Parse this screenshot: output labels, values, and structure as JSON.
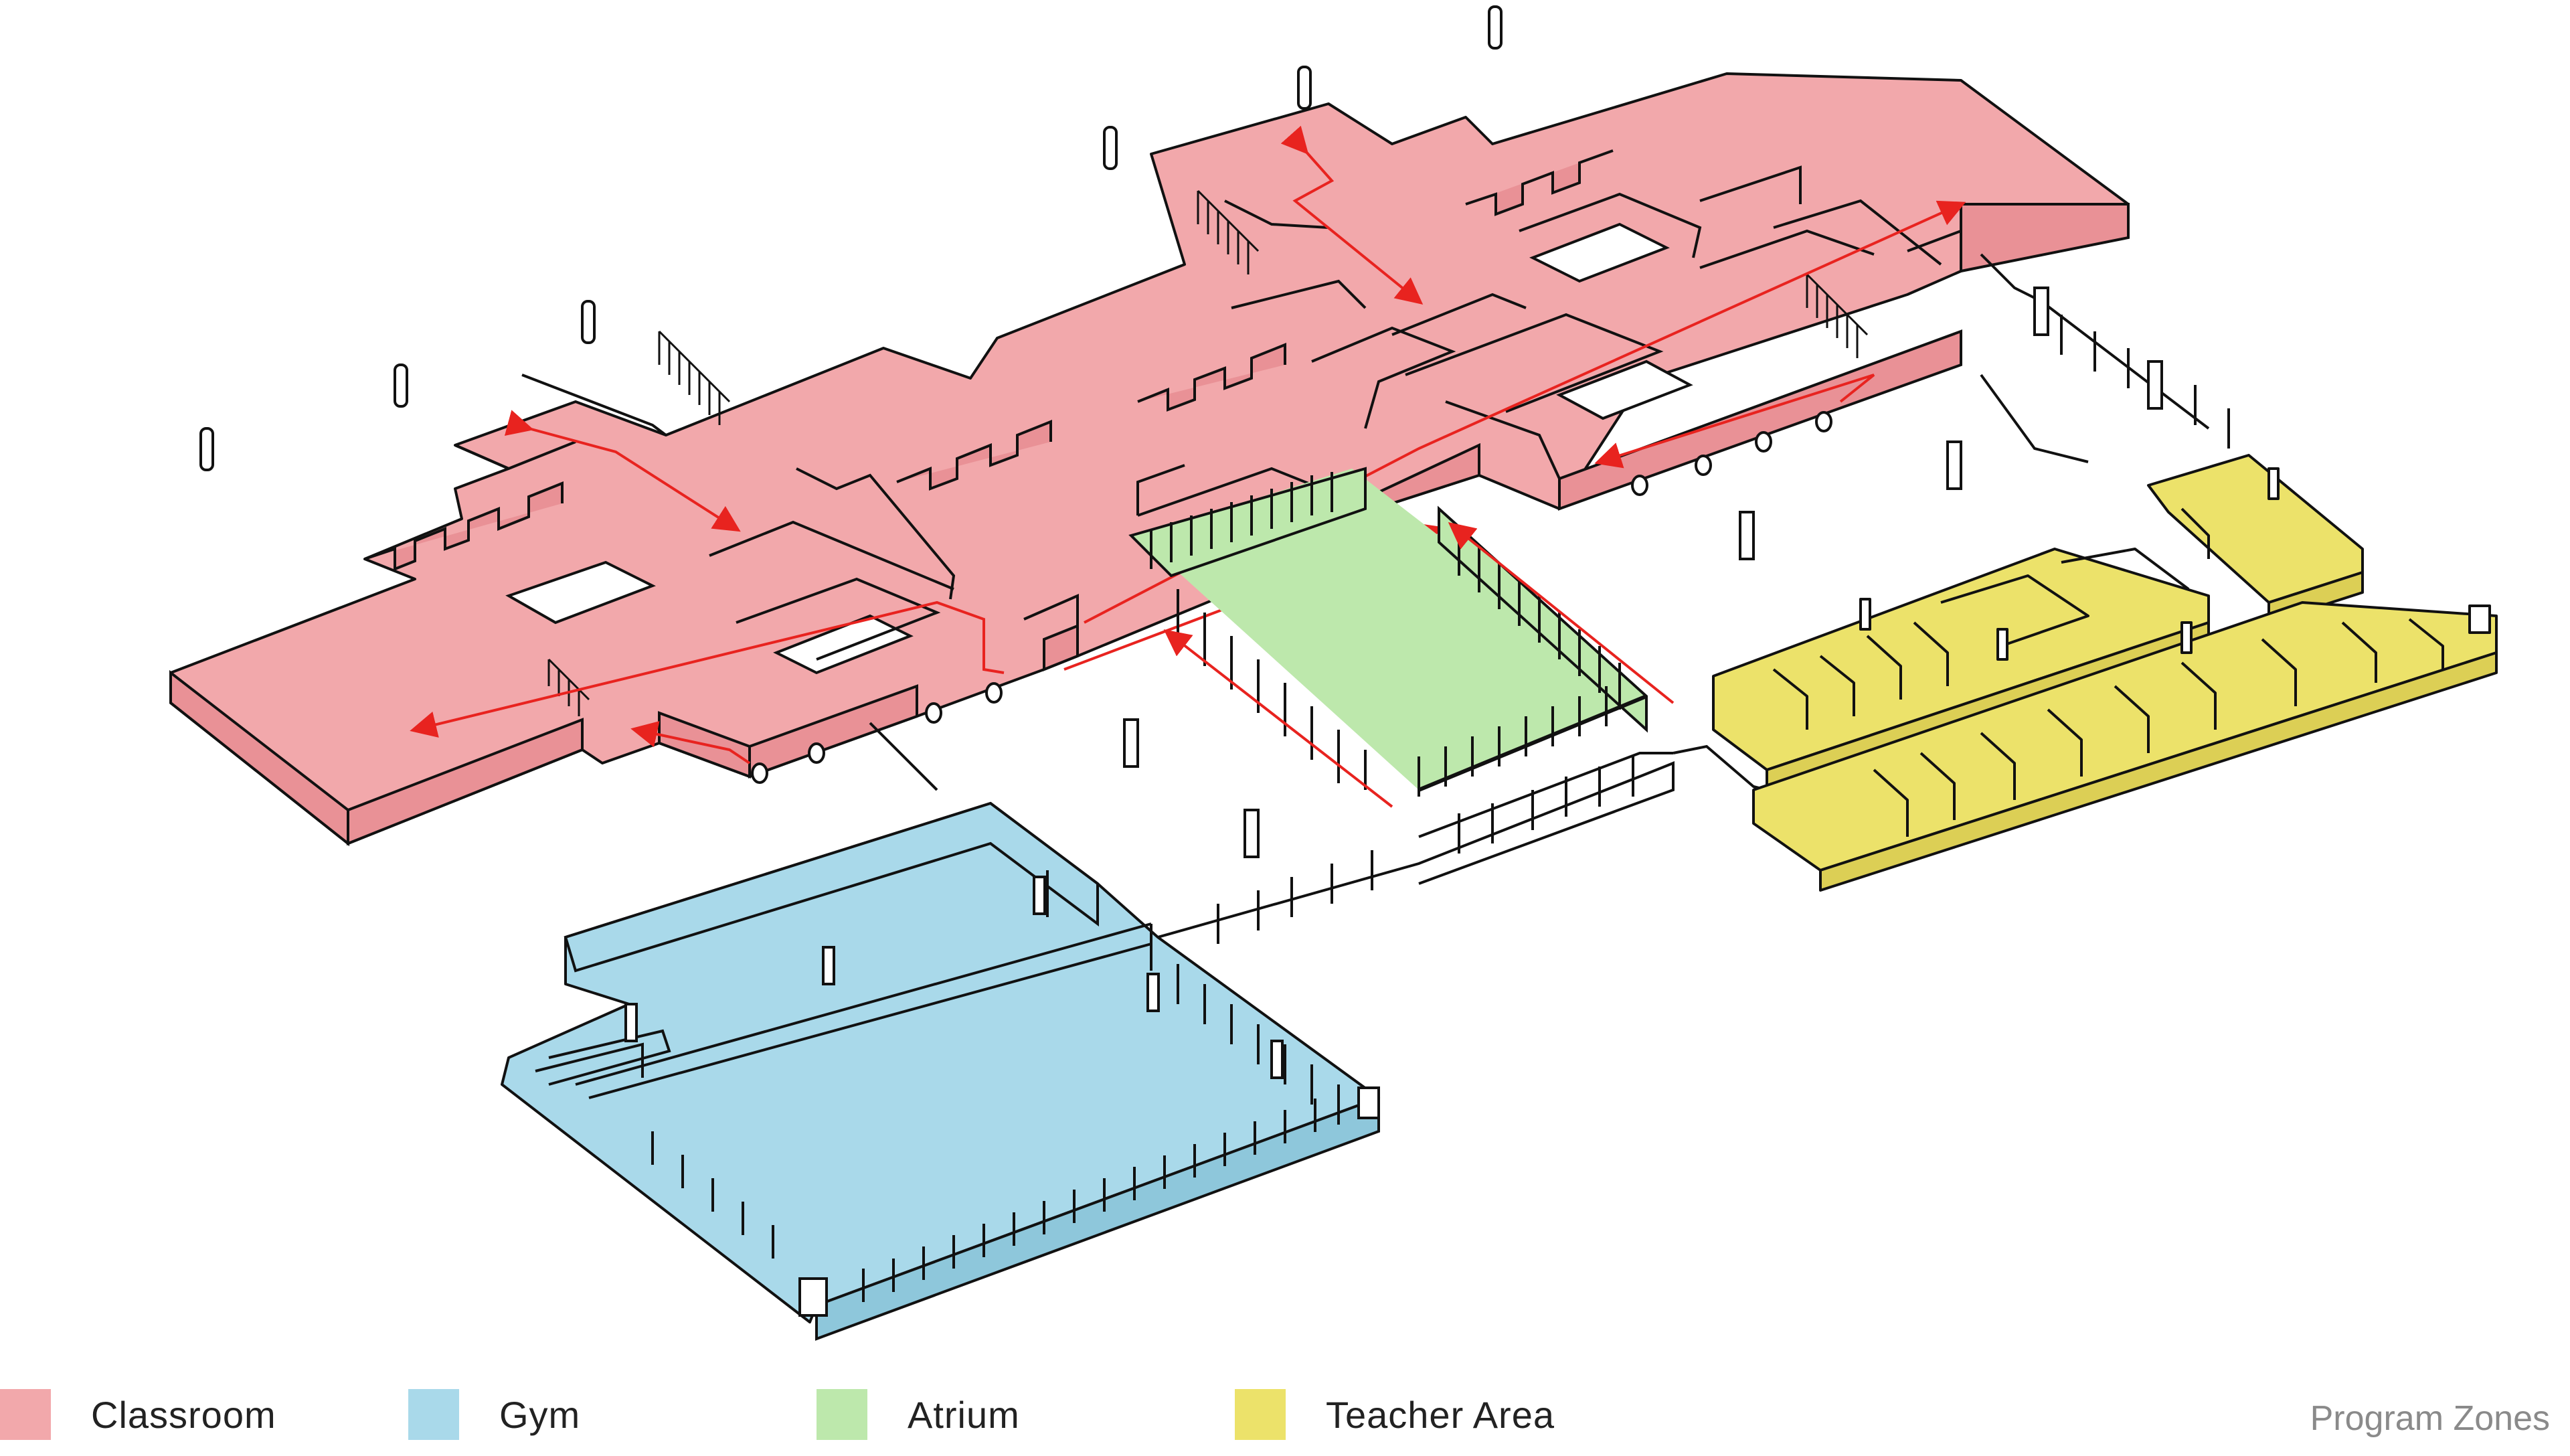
{
  "colors": {
    "classroom": "#f2a8ab",
    "gym": "#a9d9ea",
    "atrium": "#bde8ac",
    "teacher_area": "#ece26a",
    "circulation_arrow": "#e8231f",
    "line": "#111111"
  },
  "legend": [
    {
      "label": "Classroom",
      "color": "#f2a8ab"
    },
    {
      "label": "Gym",
      "color": "#a9d9ea"
    },
    {
      "label": "Atrium",
      "color": "#bde8ac"
    },
    {
      "label": "Teacher Area",
      "color": "#ece26a"
    }
  ],
  "caption": "Program Zones"
}
